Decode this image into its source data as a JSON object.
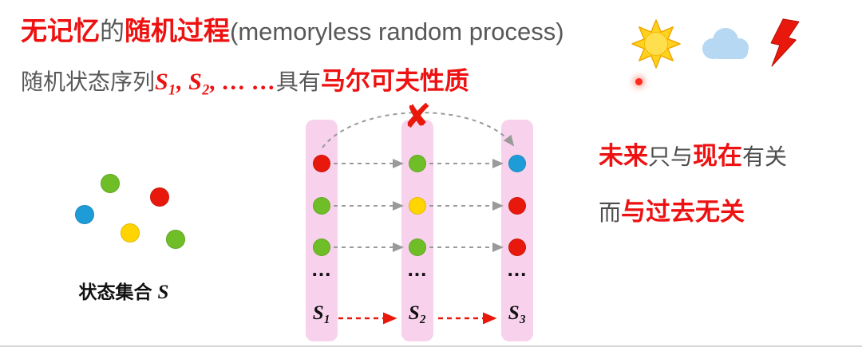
{
  "colors": {
    "red": "#e8190c",
    "green": "#6fbe27",
    "blue": "#1e9cd7",
    "yellow": "#ffd400",
    "accent_red": "#ee1111",
    "text_gray": "#595757",
    "pink": "#f8d2ec",
    "arrow_gray": "#9a9a9a"
  },
  "title": {
    "memoryless_cn": "无记忆",
    "de": "的",
    "process_cn": "随机过程",
    "process_en": "(memoryless random process)"
  },
  "subtitle": {
    "prefix": "随机状态序列",
    "sequence": "S₁, S₂, … …",
    "middle": "具有",
    "highlight": "马尔可夫性质"
  },
  "header_icons": [
    "sun-icon",
    "cloud-icon",
    "lightning-icon"
  ],
  "state_set": {
    "label": "状态集合",
    "label_math": "S",
    "dots": [
      "green",
      "red",
      "blue",
      "yellow",
      "green"
    ]
  },
  "diagram": {
    "cross": "✘",
    "ellipsis": "...",
    "columns": [
      {
        "label": "S₁",
        "dots": [
          "red",
          "green",
          "green"
        ]
      },
      {
        "label": "S₂",
        "dots": [
          "green",
          "yellow",
          "green"
        ]
      },
      {
        "label": "S₃",
        "dots": [
          "blue",
          "red",
          "red"
        ]
      }
    ]
  },
  "note": {
    "line1_a": "未来",
    "line1_b": "只与",
    "line1_c": "现在",
    "line1_d": "有关",
    "line2_a": "而",
    "line2_b": "与过去无关"
  }
}
